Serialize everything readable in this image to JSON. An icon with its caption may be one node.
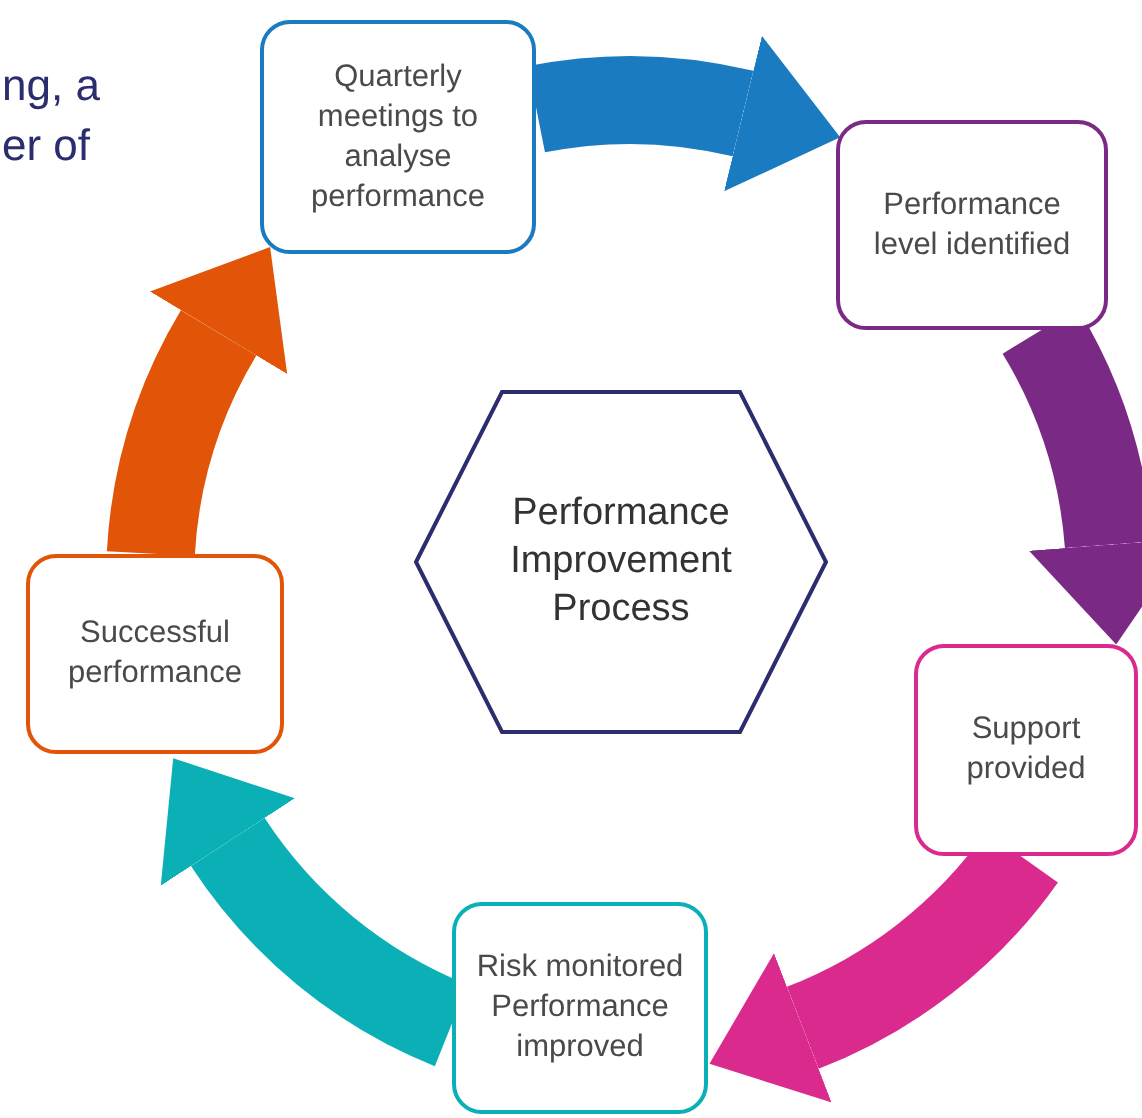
{
  "diagram": {
    "nodes": [
      {
        "text": [
          "Quarterly meetings to analyse performance"
        ]
      },
      {
        "text": [
          "Performance level identified"
        ]
      },
      {
        "text": [
          "Support provided"
        ]
      },
      {
        "text": [
          "Risk monitored Performance improved"
        ]
      },
      {
        "text": [
          "Successful performance"
        ]
      },
      {
        "text": [
          "Performance Improvement Process"
        ]
      }
    ],
    "edges": [
      {
        "from": 0,
        "to": 1,
        "arrow": "to",
        "color": "#1a7bc0"
      },
      {
        "from": 1,
        "to": 2,
        "arrow": "to",
        "color": "#7a2a84"
      },
      {
        "from": 2,
        "to": 3,
        "arrow": "to",
        "color": "#db2a8e"
      },
      {
        "from": 3,
        "to": 4,
        "arrow": "to",
        "color": "#0bb0b6"
      },
      {
        "from": 4,
        "to": 0,
        "arrow": "to",
        "color": "#e25407"
      }
    ],
    "labels": [
      "ng, a",
      "er of"
    ]
  }
}
